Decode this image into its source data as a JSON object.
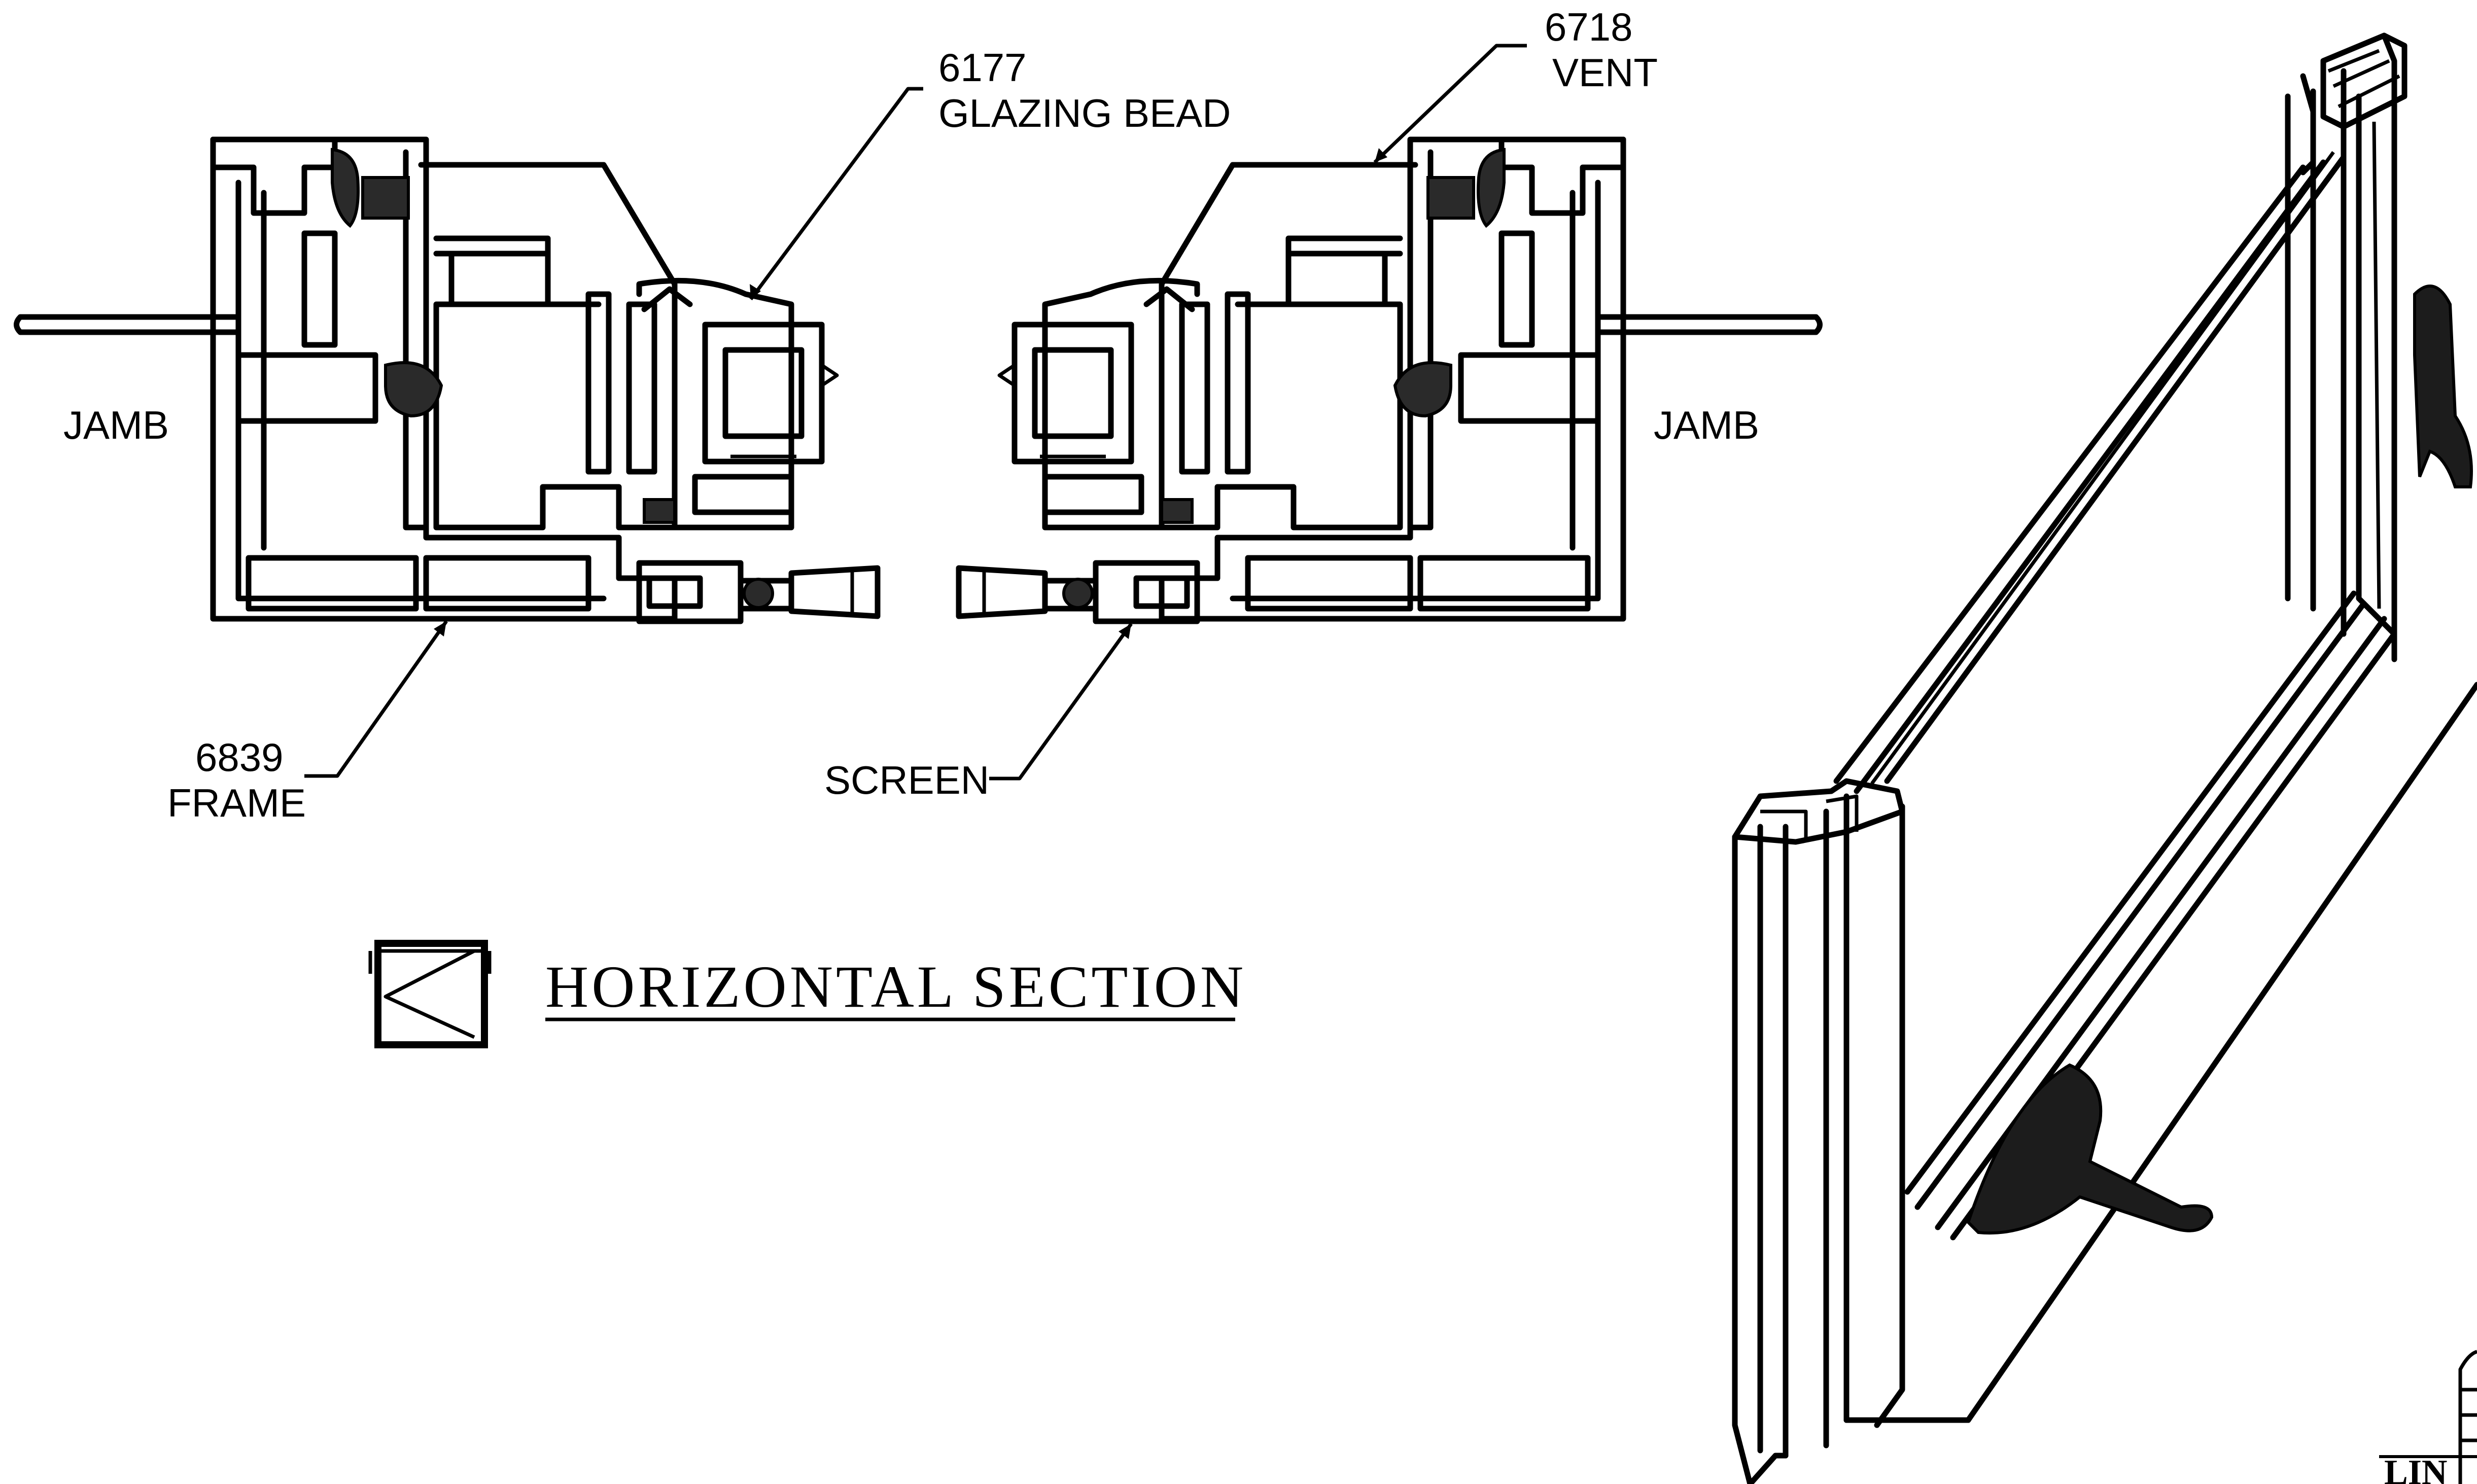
{
  "labels": {
    "jamb_left": "JAMB",
    "jamb_right": "JAMB",
    "glazing_bead_num": "6177",
    "glazing_bead_name": "GLAZING  BEAD",
    "vent_num": "6718",
    "vent_name": "VENT",
    "frame_num": "6839",
    "frame_name": "FRAME",
    "screen": "SCREEN",
    "section_title": "HORIZONTAL  SECTION",
    "logo_partial": "LIN"
  }
}
